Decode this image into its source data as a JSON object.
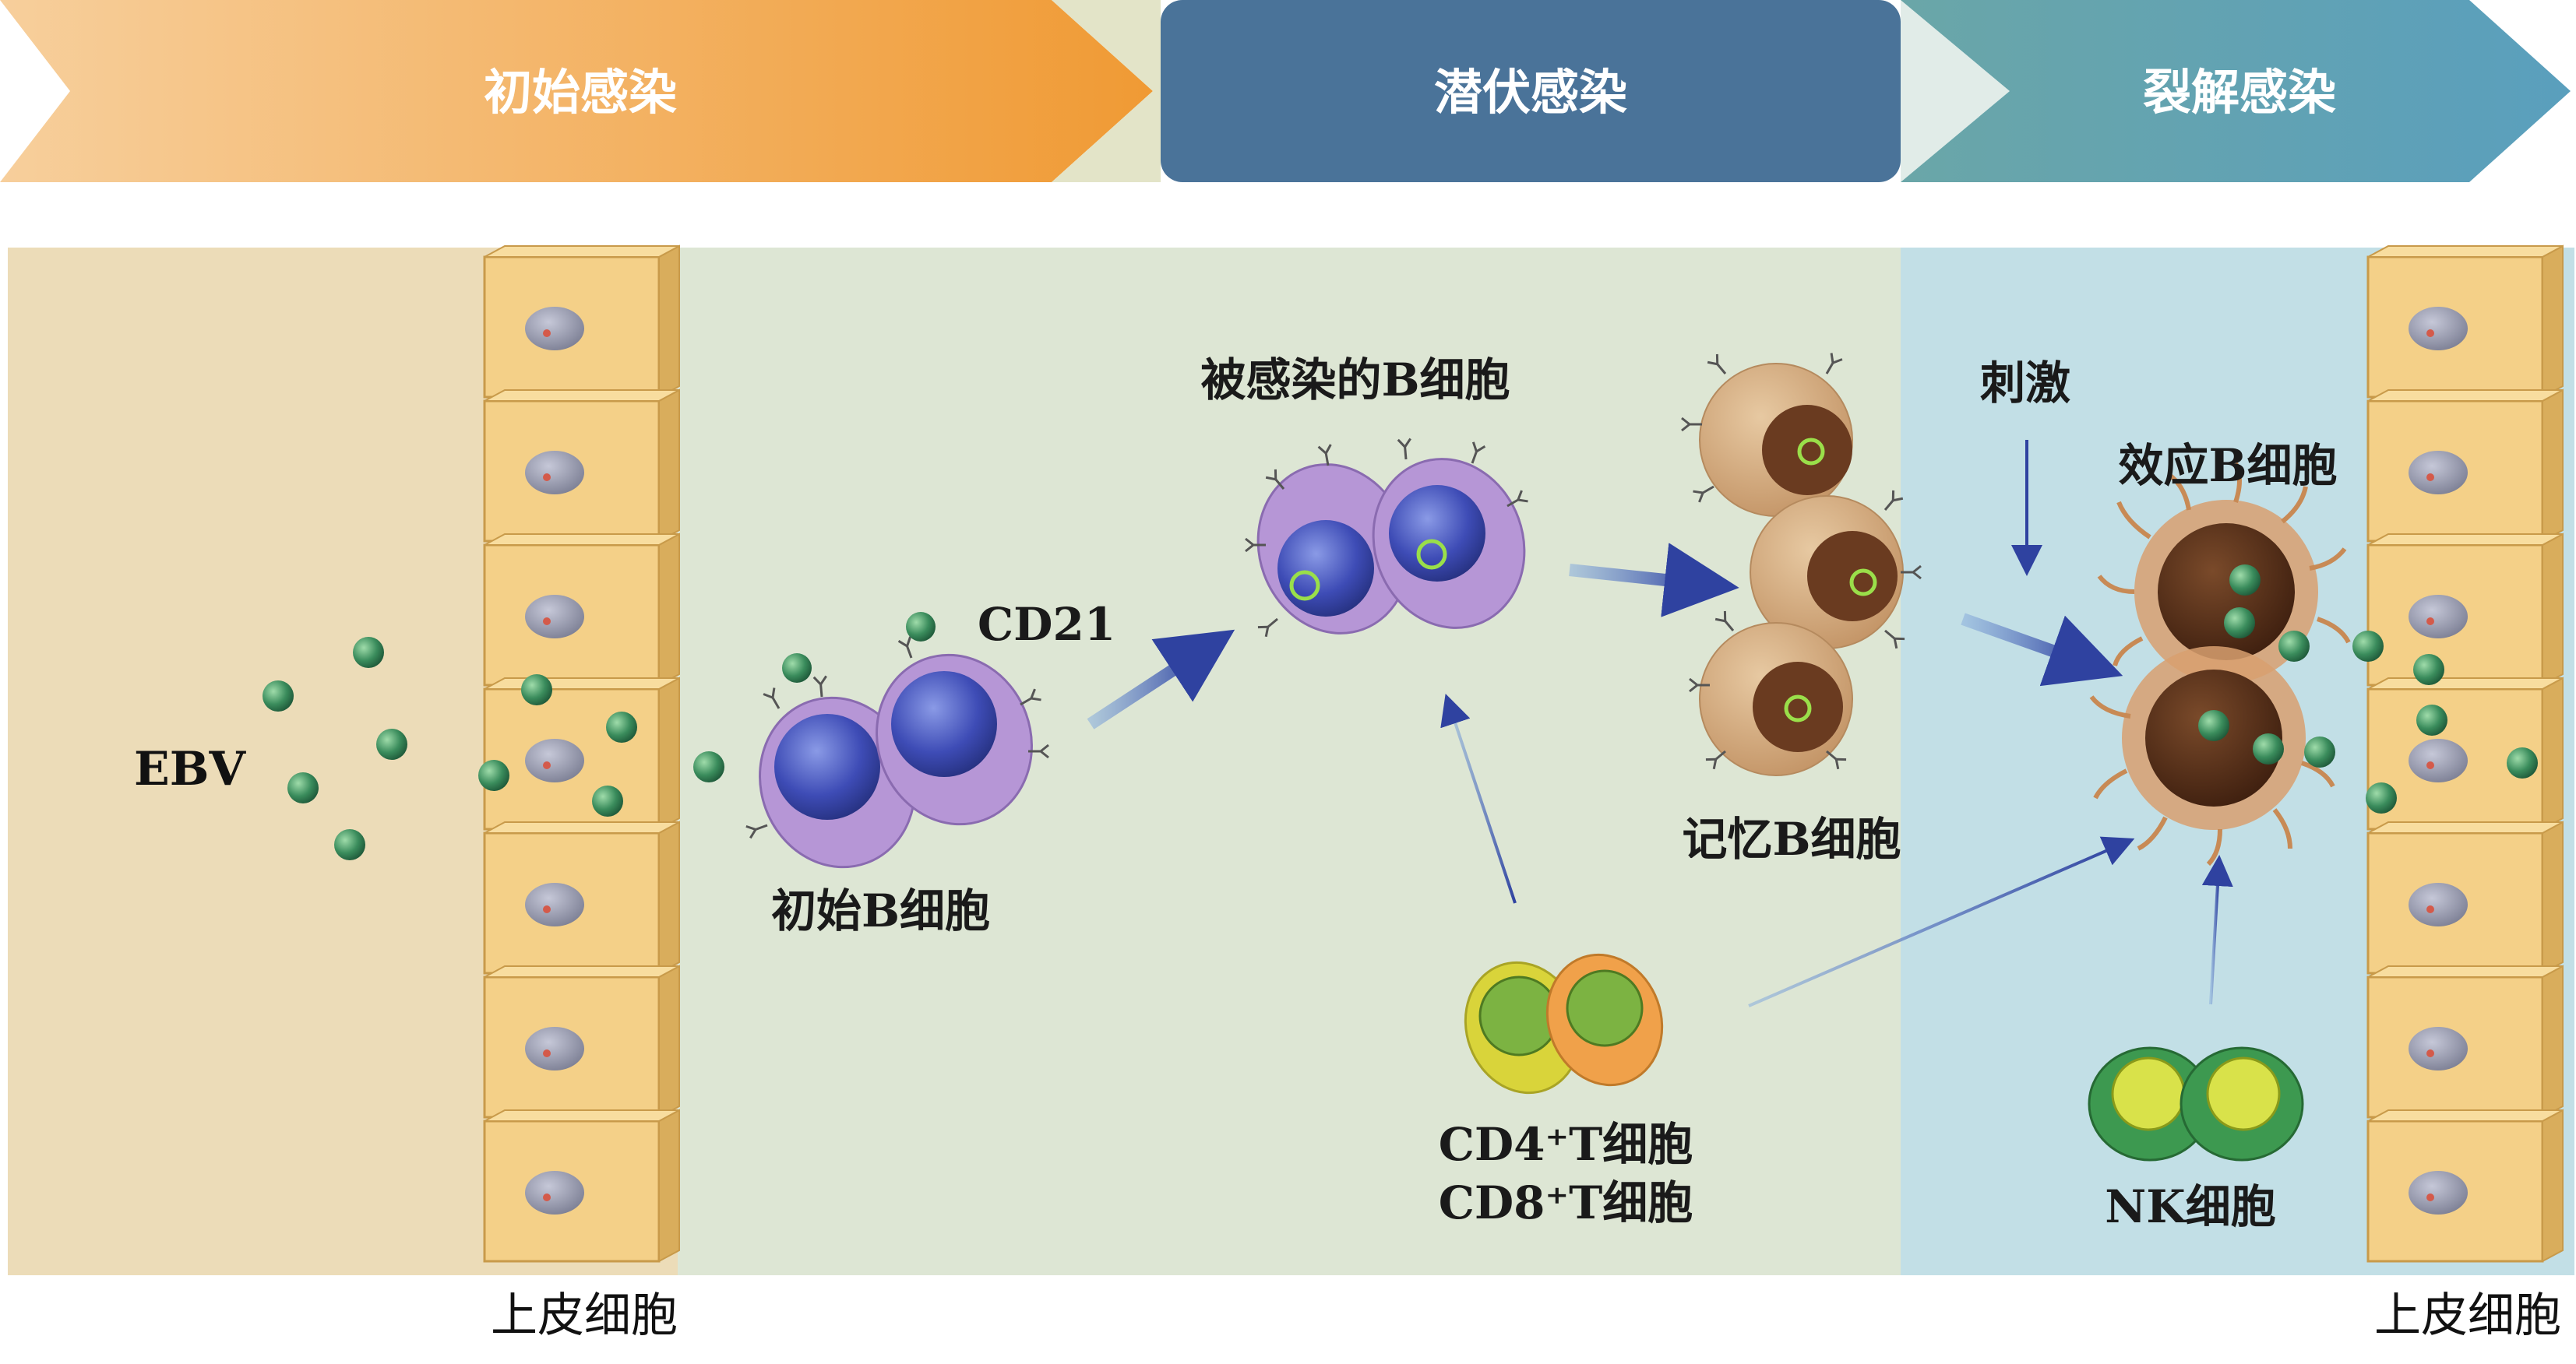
{
  "phases": {
    "primary": "初始感染",
    "latent": "潜伏感染",
    "lytic": "裂解感染"
  },
  "labels": {
    "ebv": "EBV",
    "cd21": "CD21",
    "naive_b": "初始B细胞",
    "infected_b": "被感染的B细胞",
    "memory_b": "记忆B细胞",
    "stimulus": "刺激",
    "effector_b": "效应B细胞",
    "t_cells_line1": "CD4⁺T细胞",
    "t_cells_line2": "CD8⁺T细胞",
    "nk": "NK细胞",
    "epithelial_left": "上皮细胞",
    "epithelial_right": "上皮细胞"
  },
  "colors": {
    "primary_phase": "#f2a54a",
    "latent_phase": "#4a7399",
    "lytic_phase": "#5ea3b5",
    "left_panel": "#ecdcb8",
    "middle_panel": "#dde6d4",
    "right_panel": "#c2dfe6",
    "epithelial_cell": "#f4d088",
    "virus": "#3d8f5e",
    "b_cell_body": "#b696d6",
    "b_cell_nucleus": "#3f4fb0",
    "memory_cell": "#d0a77b",
    "effector_cell": "#5a2f1a",
    "t_cd4": "#d9d43a",
    "t_cd8": "#f0a14a",
    "nk_cell": "#3d9950",
    "arrow": "#3a4fa0"
  }
}
